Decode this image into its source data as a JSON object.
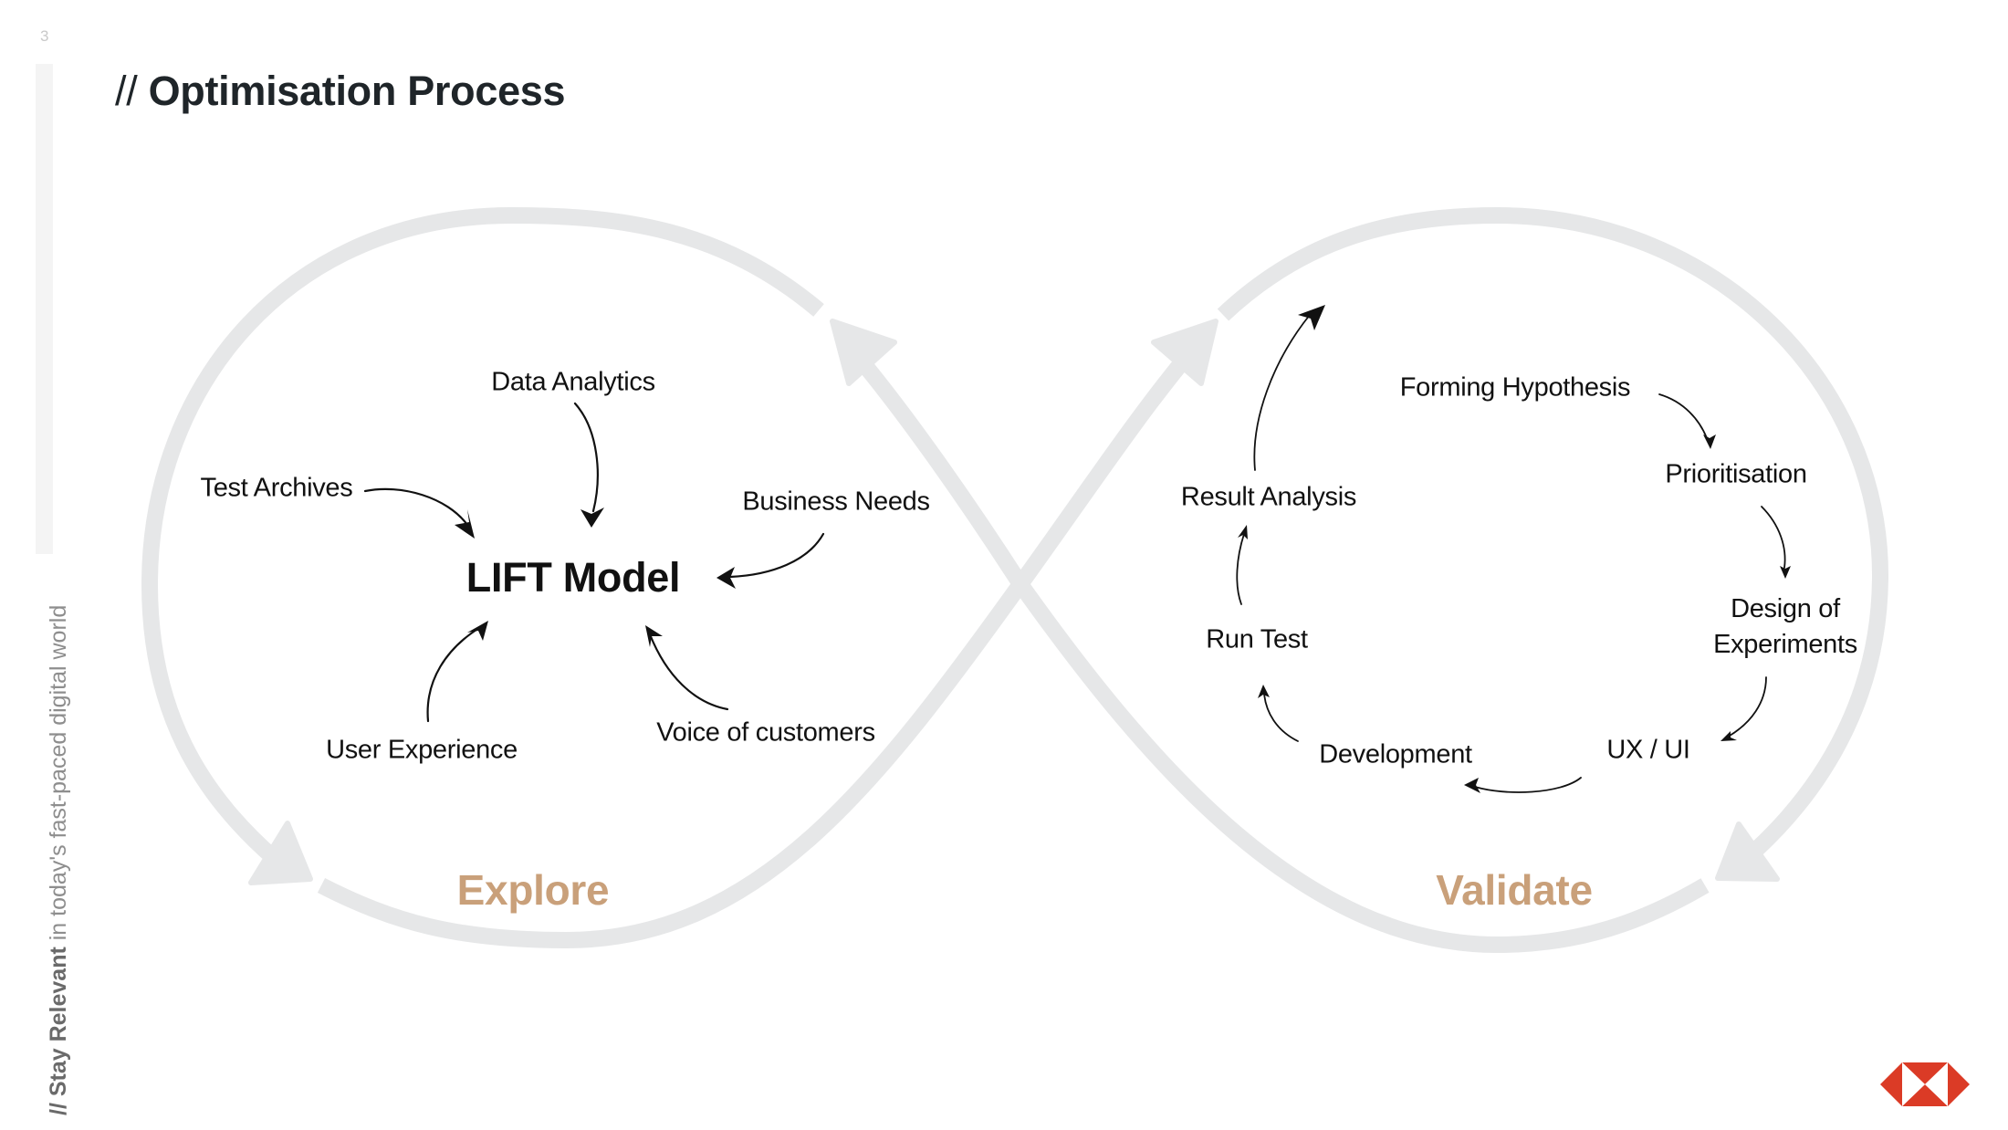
{
  "page": {
    "number": "3",
    "title_prefix": "//",
    "title": "Optimisation Process",
    "tagline_strong": "// Stay Relevant",
    "tagline_rest": " in today's fast-paced digital world"
  },
  "colors": {
    "accent": "#c9a07a",
    "loop": "#e6e7e8",
    "title": "#1f2529",
    "brand_red": "#db0011"
  },
  "explore": {
    "phase_label": "Explore",
    "center_label": "LIFT Model",
    "inputs": [
      "Data Analytics",
      "Test Archives",
      "Business Needs",
      "User Experience",
      "Voice of customers"
    ]
  },
  "validate": {
    "phase_label": "Validate",
    "cycle_steps": [
      "Forming Hypothesis",
      "Prioritisation",
      "Design of\nExperiments",
      "UX / UI",
      "Development",
      "Run Test",
      "Result Analysis"
    ],
    "design_line1": "Design of",
    "design_line2": "Experiments"
  },
  "logo": {
    "icon": "hexagon-logo-icon"
  }
}
